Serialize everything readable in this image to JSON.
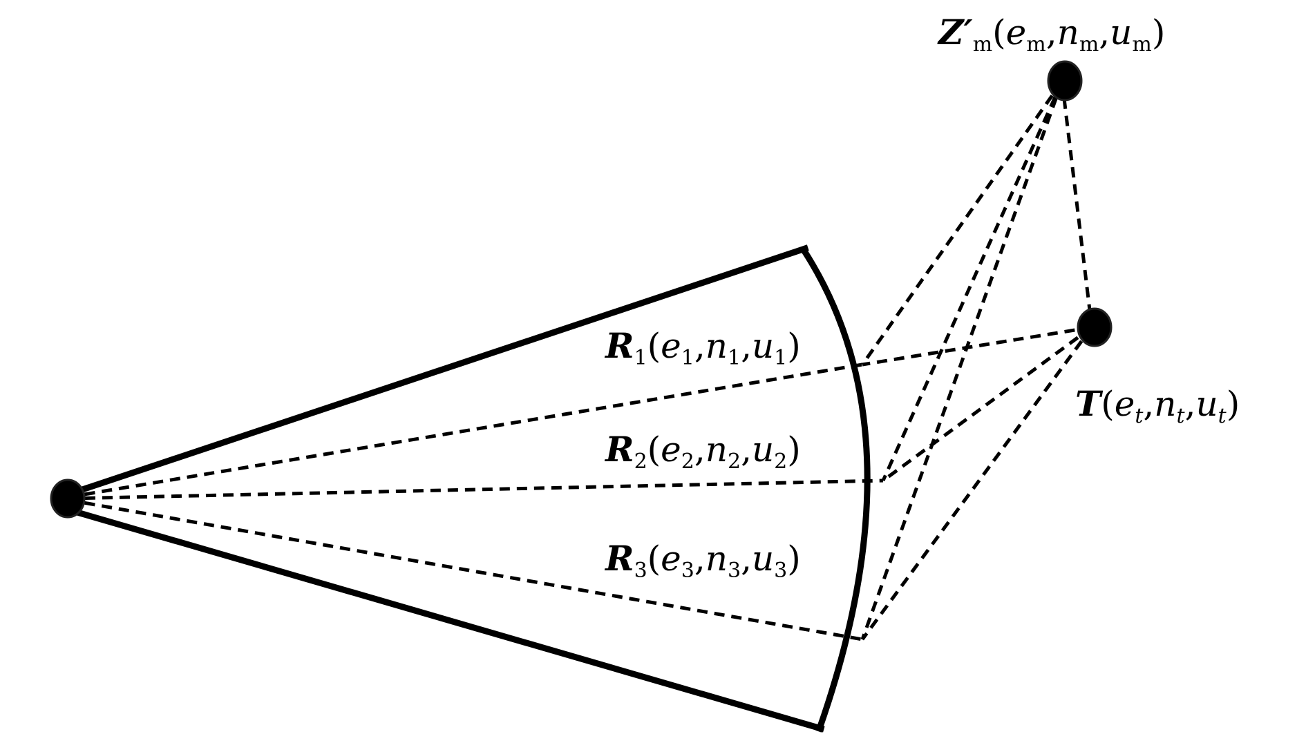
{
  "labels": {
    "zm": {
      "symbol": "Z",
      "prime": "′",
      "sub": "m",
      "args": [
        {
          "var": "e",
          "sub": "m"
        },
        {
          "var": "n",
          "sub": "m"
        },
        {
          "var": "u",
          "sub": "m"
        }
      ]
    },
    "t": {
      "symbol": "T",
      "args": [
        {
          "var": "e",
          "sub": "t"
        },
        {
          "var": "n",
          "sub": "t"
        },
        {
          "var": "u",
          "sub": "t"
        }
      ]
    },
    "r1": {
      "symbol": "R",
      "sub": "1",
      "args": [
        {
          "var": "e",
          "sub": "1"
        },
        {
          "var": "n",
          "sub": "1"
        },
        {
          "var": "u",
          "sub": "1"
        }
      ]
    },
    "r2": {
      "symbol": "R",
      "sub": "2",
      "args": [
        {
          "var": "e",
          "sub": "2"
        },
        {
          "var": "n",
          "sub": "2"
        },
        {
          "var": "u",
          "sub": "2"
        }
      ]
    },
    "r3": {
      "symbol": "R",
      "sub": "3",
      "args": [
        {
          "var": "e",
          "sub": "3"
        },
        {
          "var": "n",
          "sub": "3"
        },
        {
          "var": "u",
          "sub": "3"
        }
      ]
    }
  },
  "punctuation": {
    "open": "(",
    "close": ")",
    "comma": ","
  }
}
